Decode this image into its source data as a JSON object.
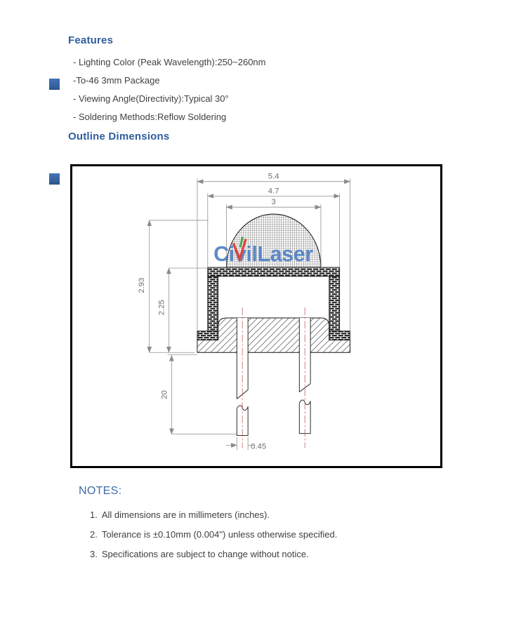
{
  "features": {
    "heading": "Features",
    "items": [
      "- Lighting Color (Peak Wavelength):250~260nm",
      "-To-46 3mm Package",
      "- Viewing Angle(Directivity):Typical 30°",
      "- Soldering Methods:Reflow Soldering"
    ]
  },
  "outline": {
    "heading": "Outline Dimensions"
  },
  "diagram": {
    "watermark": {
      "text": "CivilLaser",
      "blue": "#4d7ec4",
      "red": "#e0342b",
      "green": "#35a13c"
    },
    "dimensions": {
      "flange_width": "5.4",
      "cap_width": "4.7",
      "lens_width": "3",
      "total_height": "2.93",
      "body_height": "2.25",
      "lead_length": "20",
      "lead_width": "0.45"
    }
  },
  "notes": {
    "heading": "NOTES:",
    "items": [
      {
        "num": "1.",
        "text": "All dimensions are in millimeters (inches)."
      },
      {
        "num": "2.",
        "text": "Tolerance is ±0.10mm (0.004\") unless otherwise specified."
      },
      {
        "num": "3.",
        "text": "Specifications are subject to change without notice."
      }
    ]
  },
  "colors": {
    "heading_blue": "#2e5c9e",
    "notes_blue": "#3f6ca8",
    "body_text": "#3f3f3f",
    "bullet_square": "#3a69ac",
    "dimension_gray": "#909090",
    "outline_black": "#141414",
    "centerline_red": "#c0504d"
  }
}
